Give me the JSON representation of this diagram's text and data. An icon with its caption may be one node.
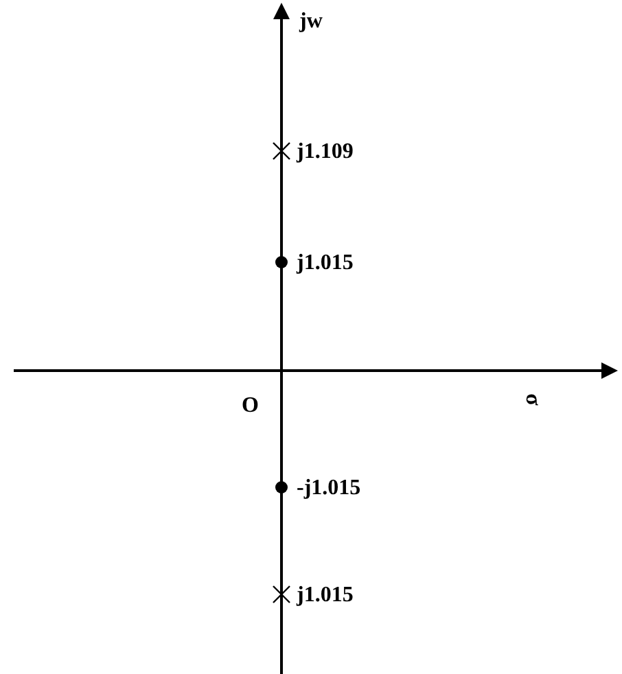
{
  "diagram": {
    "labels": [
      "jw",
      "j1.109",
      "j1.015",
      "O",
      "σ",
      "-j1.015",
      "j1.015"
    ]
  }
}
